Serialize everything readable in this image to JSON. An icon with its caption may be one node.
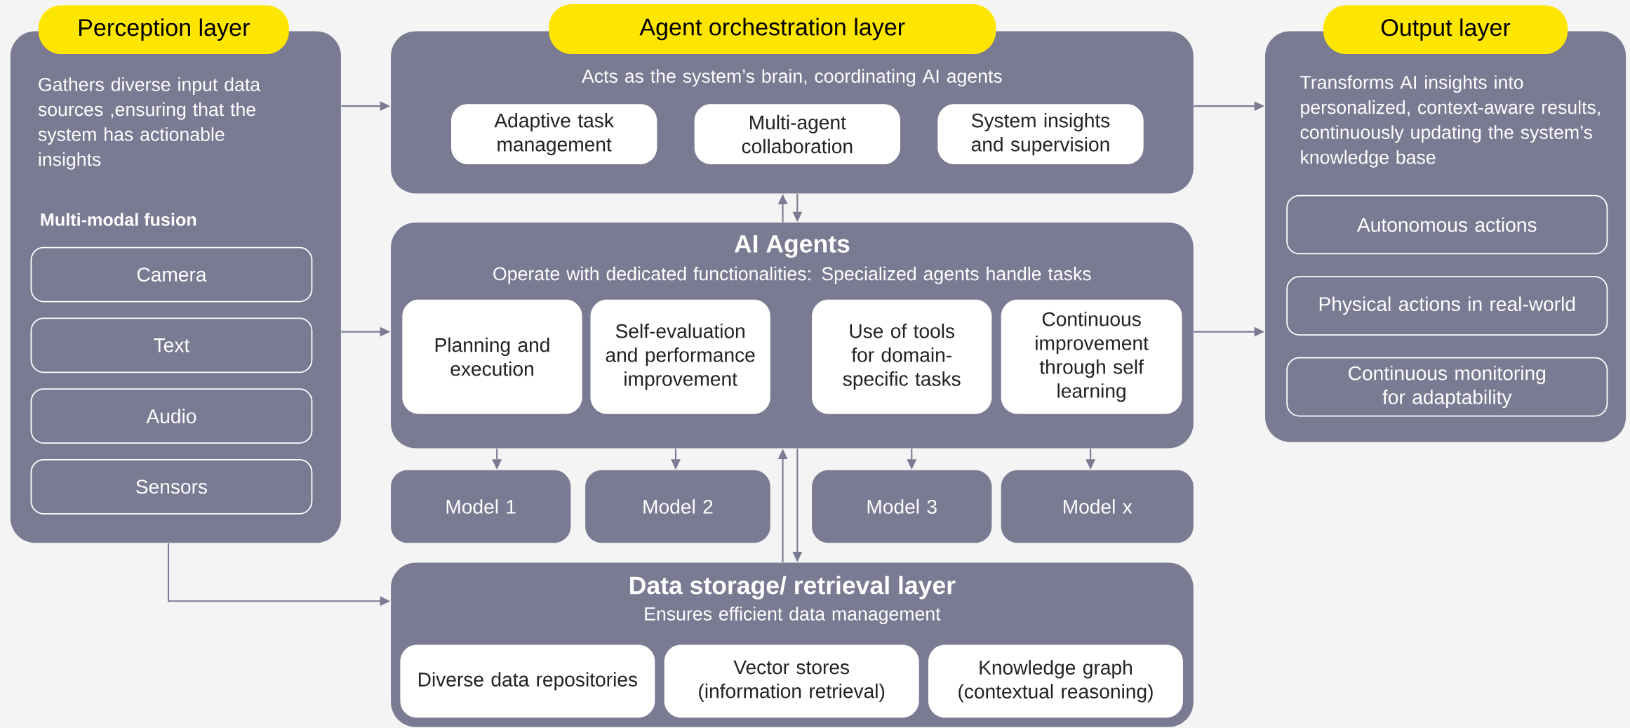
{
  "diagram": {
    "nodes": [
      {
        "text": [
          "Perception layer",
          "Gathers diverse input data sources ,ensuring that the system has actionable insights",
          "Multi-modal fusion"
        ]
      },
      {
        "text": [
          "Camera"
        ],
        "in": 0
      },
      {
        "text": [
          "Text"
        ],
        "in": 0
      },
      {
        "text": [
          "Audio"
        ],
        "in": 0
      },
      {
        "text": [
          "Sensors"
        ],
        "in": 0
      },
      {
        "text": [
          "Agent orchestration layer",
          "Acts as the system’s brain, coordinating AI agents"
        ]
      },
      {
        "text": [
          "Adaptive task management"
        ],
        "in": 5
      },
      {
        "text": [
          "Multi-agent collaboration"
        ],
        "in": 5
      },
      {
        "text": [
          "System insights and supervision"
        ],
        "in": 5
      },
      {
        "text": [
          "AI Agents",
          "Operate with dedicated functionalities: Specialized agents handle tasks"
        ]
      },
      {
        "text": [
          "Planning and execution"
        ],
        "in": 9
      },
      {
        "text": [
          "Self-evaluation and performance improvement"
        ],
        "in": 9
      },
      {
        "text": [
          "Use of tools for domain-specific tasks"
        ],
        "in": 9
      },
      {
        "text": [
          "Continuous improvement through self learning"
        ],
        "in": 9
      },
      {
        "text": [
          "Model 1"
        ]
      },
      {
        "text": [
          "Model 2"
        ]
      },
      {
        "text": [
          "Model 3"
        ]
      },
      {
        "text": [
          "Model x"
        ]
      },
      {
        "text": [
          "Data storage/ retrieval layer",
          "Ensures efficient data management"
        ]
      },
      {
        "text": [
          "Diverse data repositories"
        ],
        "in": 18
      },
      {
        "text": [
          "Vector stores (information retrieval)"
        ],
        "in": 18
      },
      {
        "text": [
          "Knowledge graph (contextual reasoning)"
        ],
        "in": 18
      },
      {
        "text": [
          "Output layer",
          "Transforms AI insights into personalized, context-aware results, continuously updating the system’s knowledge base"
        ]
      },
      {
        "text": [
          "Autonomous actions"
        ],
        "in": 22
      },
      {
        "text": [
          "Physical actions in real-world"
        ],
        "in": 22
      },
      {
        "text": [
          "Continuous monitoring for adaptability"
        ],
        "in": 22
      }
    ],
    "edges": [
      {
        "from": 0,
        "to": 5,
        "arrow": "to"
      },
      {
        "from": 0,
        "to": 9,
        "arrow": "to"
      },
      {
        "from": 0,
        "to": 18,
        "arrow": "to"
      },
      {
        "from": 9,
        "to": 5,
        "arrow": "to"
      },
      {
        "from": 5,
        "to": 9,
        "arrow": "to"
      },
      {
        "from": 9,
        "to": 14,
        "arrow": "to"
      },
      {
        "from": 9,
        "to": 15,
        "arrow": "to"
      },
      {
        "from": 9,
        "to": 16,
        "arrow": "to"
      },
      {
        "from": 9,
        "to": 17,
        "arrow": "to"
      },
      {
        "from": 18,
        "to": 9,
        "arrow": "to"
      },
      {
        "from": 9,
        "to": 18,
        "arrow": "to"
      },
      {
        "from": 5,
        "to": 22,
        "arrow": "to"
      },
      {
        "from": 9,
        "to": 22,
        "arrow": "to"
      }
    ]
  }
}
